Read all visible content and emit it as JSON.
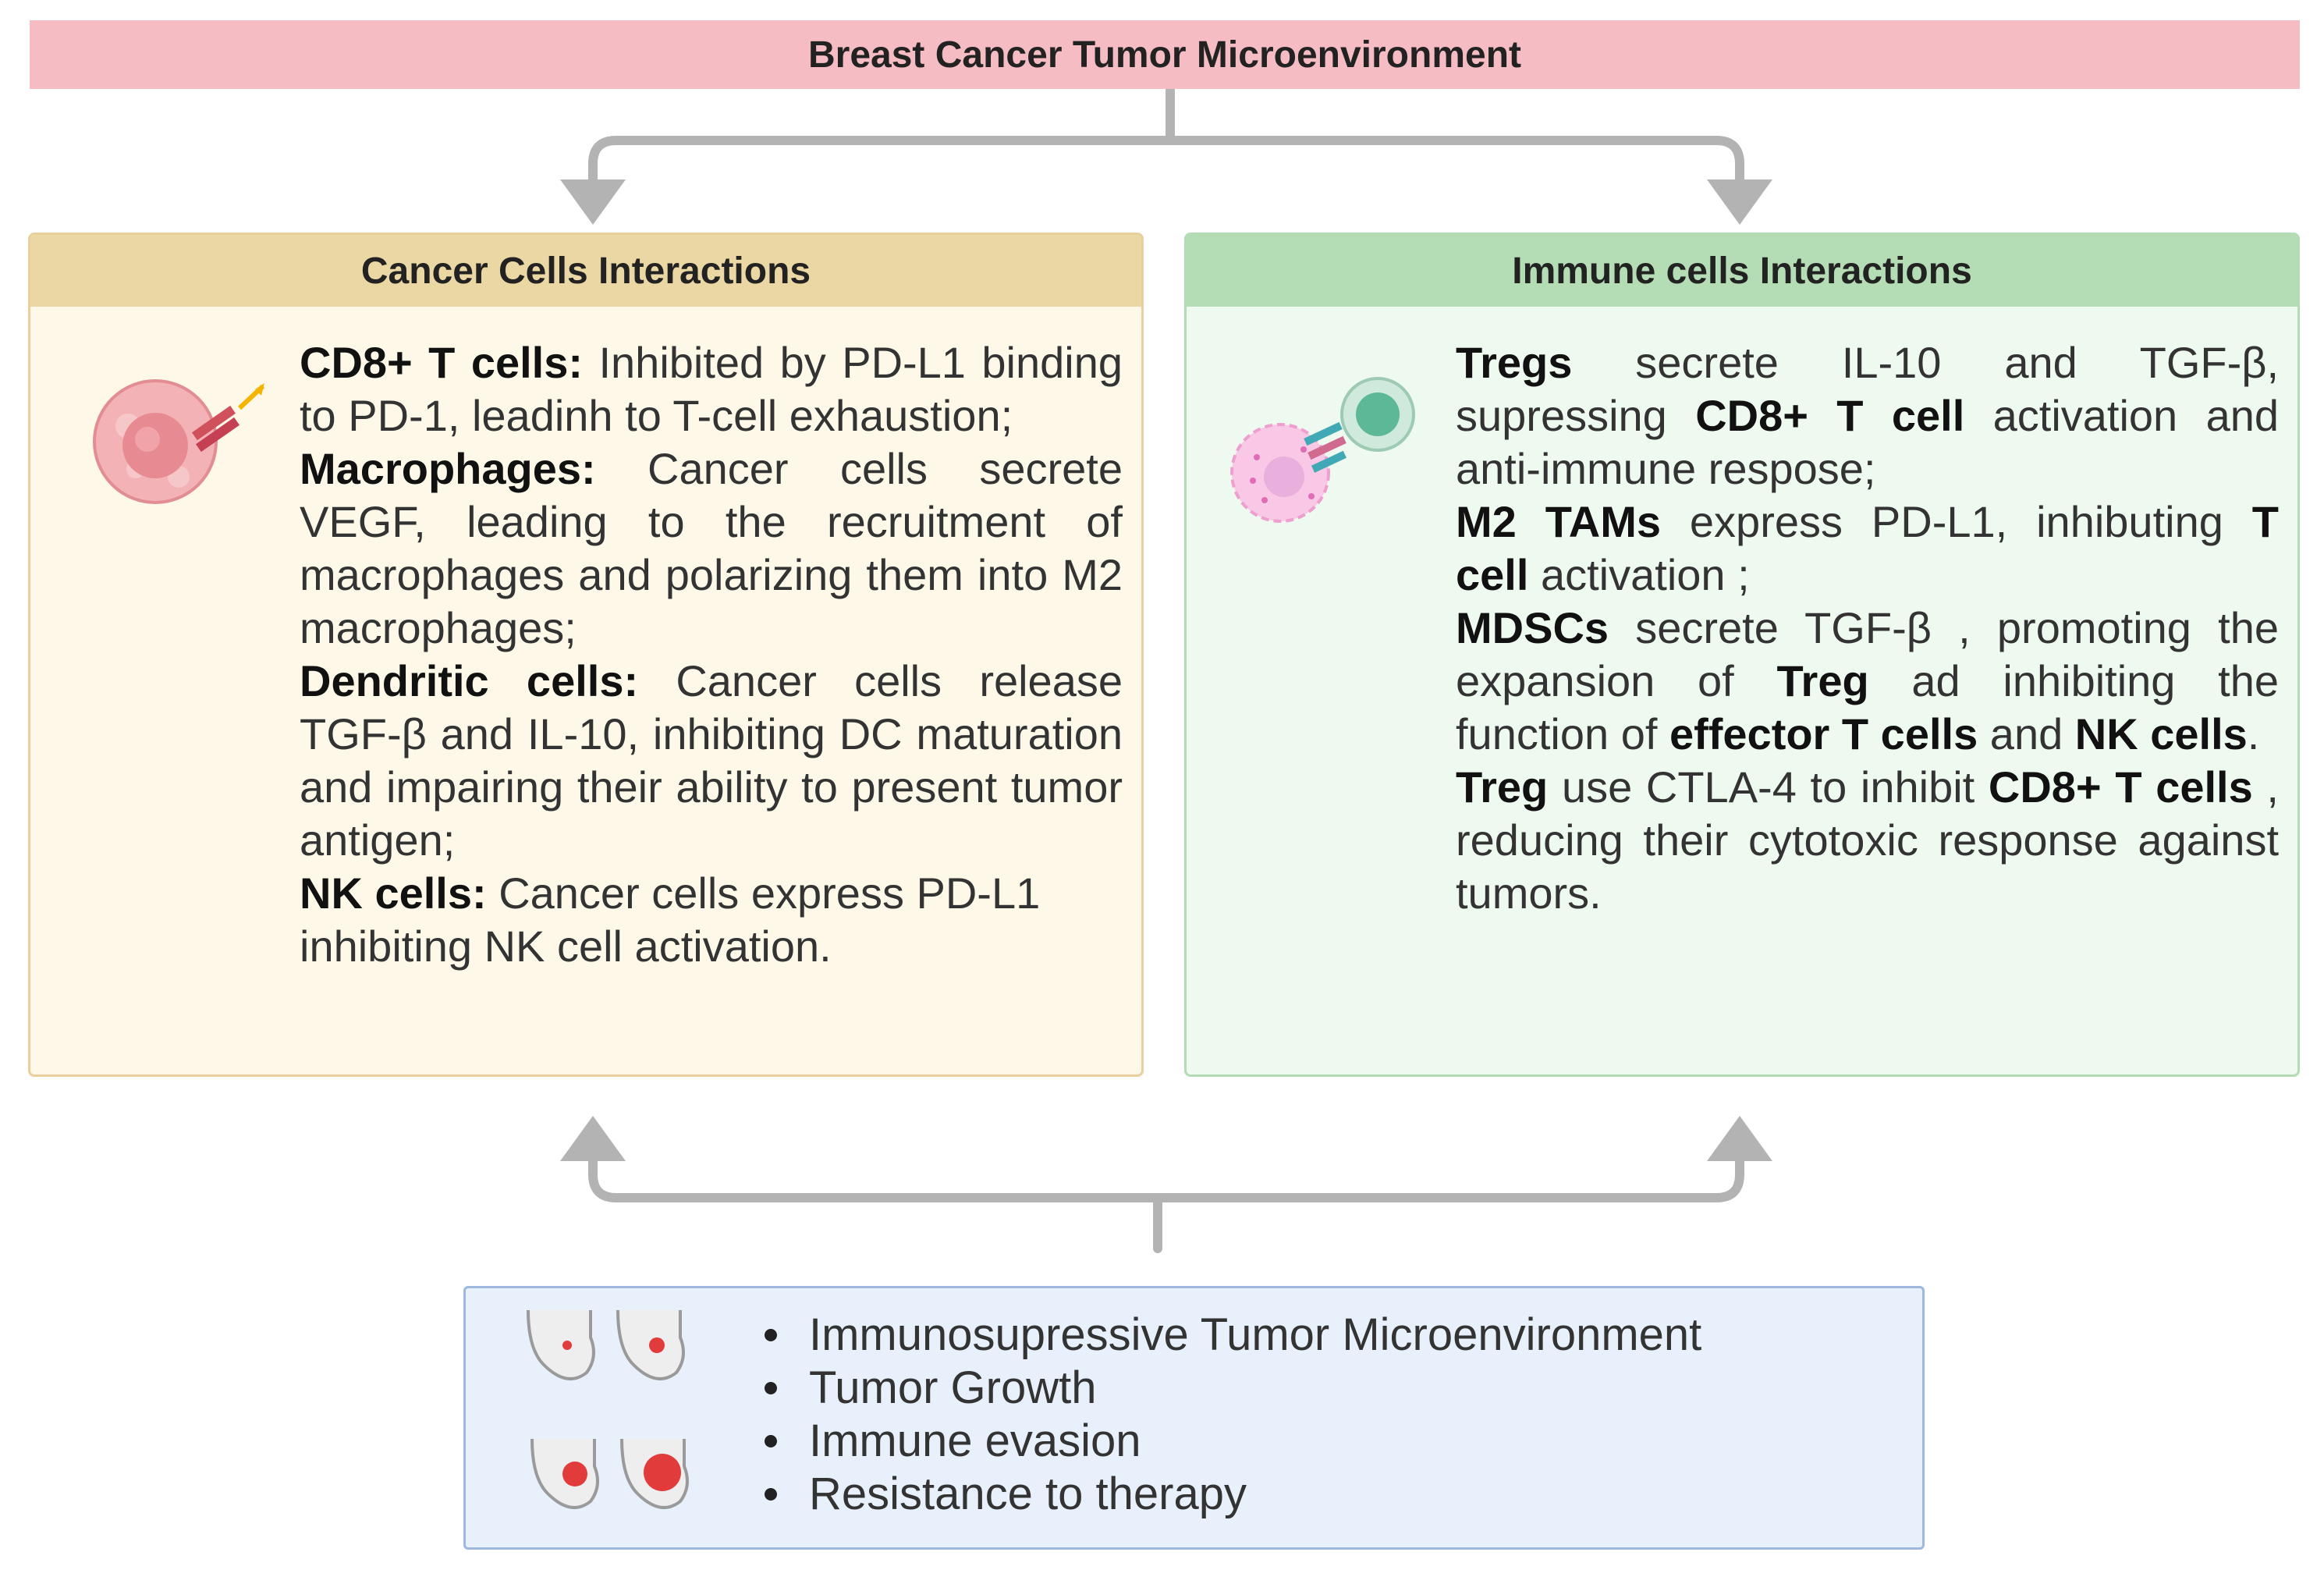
{
  "title": "Breast Cancer Tumor Microenvironment",
  "left_panel": {
    "header": "Cancer Cells Interactions",
    "icon": "cancer-cell-icon",
    "items": [
      {
        "term": "CD8+ T cells:",
        "text": " Inhibited by PD-L1 binding to PD-1, leadinh to T-cell exhaustion;"
      },
      {
        "term": "Macrophages:",
        "text": " Cancer cells secrete VEGF, leading to the recruitment of macrophages and polarizing them into M2 macrophages;"
      },
      {
        "term": "Dendritic cells:",
        "text": " Cancer cells release TGF-β and IL-10, inhibiting DC maturation and impairing their ability to present tumor antigen;"
      },
      {
        "term": "NK cells:",
        "text": " Cancer cells express PD-L1 inhibiting NK cell activation."
      }
    ]
  },
  "right_panel": {
    "header": "Immune cells Interactions",
    "icon": "immune-cell-interaction-icon",
    "p1": {
      "a": "Tregs",
      "b": " secrete IL-10 and TGF-β, supressing ",
      "c": "CD8+ T cell",
      "d": " activation and anti-immune respose;"
    },
    "p2": {
      "a": "M2 TAMs",
      "b": " express PD-L1, inhibuting ",
      "c": "T cell",
      "d": " activation ;"
    },
    "p3": {
      "a": "MDSCs",
      "b": " secrete TGF-β , promoting the expansion of ",
      "c": "Treg",
      "d": " ad inhibiting the function of ",
      "e": "effector T cells",
      "f": " and ",
      "g": "NK cells",
      "h": "."
    },
    "p4": {
      "a": "Treg",
      "b": " use CTLA-4 to inhibit ",
      "c": "CD8+ T cells",
      "d": " , reducing their cytotoxic response against tumors."
    }
  },
  "outcomes": {
    "icon": "breast-tumor-progression-icon",
    "items": [
      "Immunosupressive Tumor Microenvironment",
      "Tumor Growth",
      "Immune evasion",
      "Resistance to therapy"
    ]
  },
  "colors": {
    "title_bg": "#f6bcc4",
    "left_header": "#ead7a3",
    "left_bg": "#fdf8e8",
    "right_header": "#b4ddb6",
    "right_bg": "#eef9ef",
    "outcome_bg": "#e8f0fb",
    "arrow": "#b3b3b3"
  }
}
